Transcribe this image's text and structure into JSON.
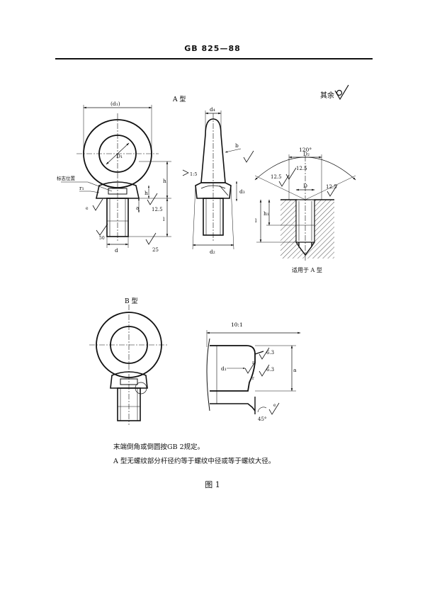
{
  "header": {
    "standard": "GB  825—88"
  },
  "drawing": {
    "type_a_label": "A 型",
    "type_b_label": "B 型",
    "rest_roughness_label": "其余",
    "applies_to_a": "适用于 A 型",
    "detail_dimension": "10:1",
    "dims": {
      "d1_paren": "(d₁)",
      "d4": "d₄",
      "D1": "D₁",
      "D2": "D₂",
      "D": "D",
      "d": "d",
      "d2": "d₂",
      "d3": "d₃",
      "d1": "d₁",
      "b": "b",
      "h": "h",
      "h1": "h₁",
      "l": "l",
      "a": "a",
      "r": "r",
      "r1": "r₁",
      "e": "e",
      "taper": "1:5",
      "angle_120": "120°",
      "angle_45": "45°",
      "mark_position": "标志位置"
    },
    "roughness": {
      "r12_5": "12.5",
      "r25": "25",
      "r6_3": "6.3",
      "r50": "50"
    }
  },
  "notes": {
    "note1": "末端倒角或倒圆按GB 2规定。",
    "note2": "A 型无螺纹部分杆径约等于螺纹中径或等于螺纹大径。"
  },
  "figure": {
    "caption": "图 1"
  }
}
